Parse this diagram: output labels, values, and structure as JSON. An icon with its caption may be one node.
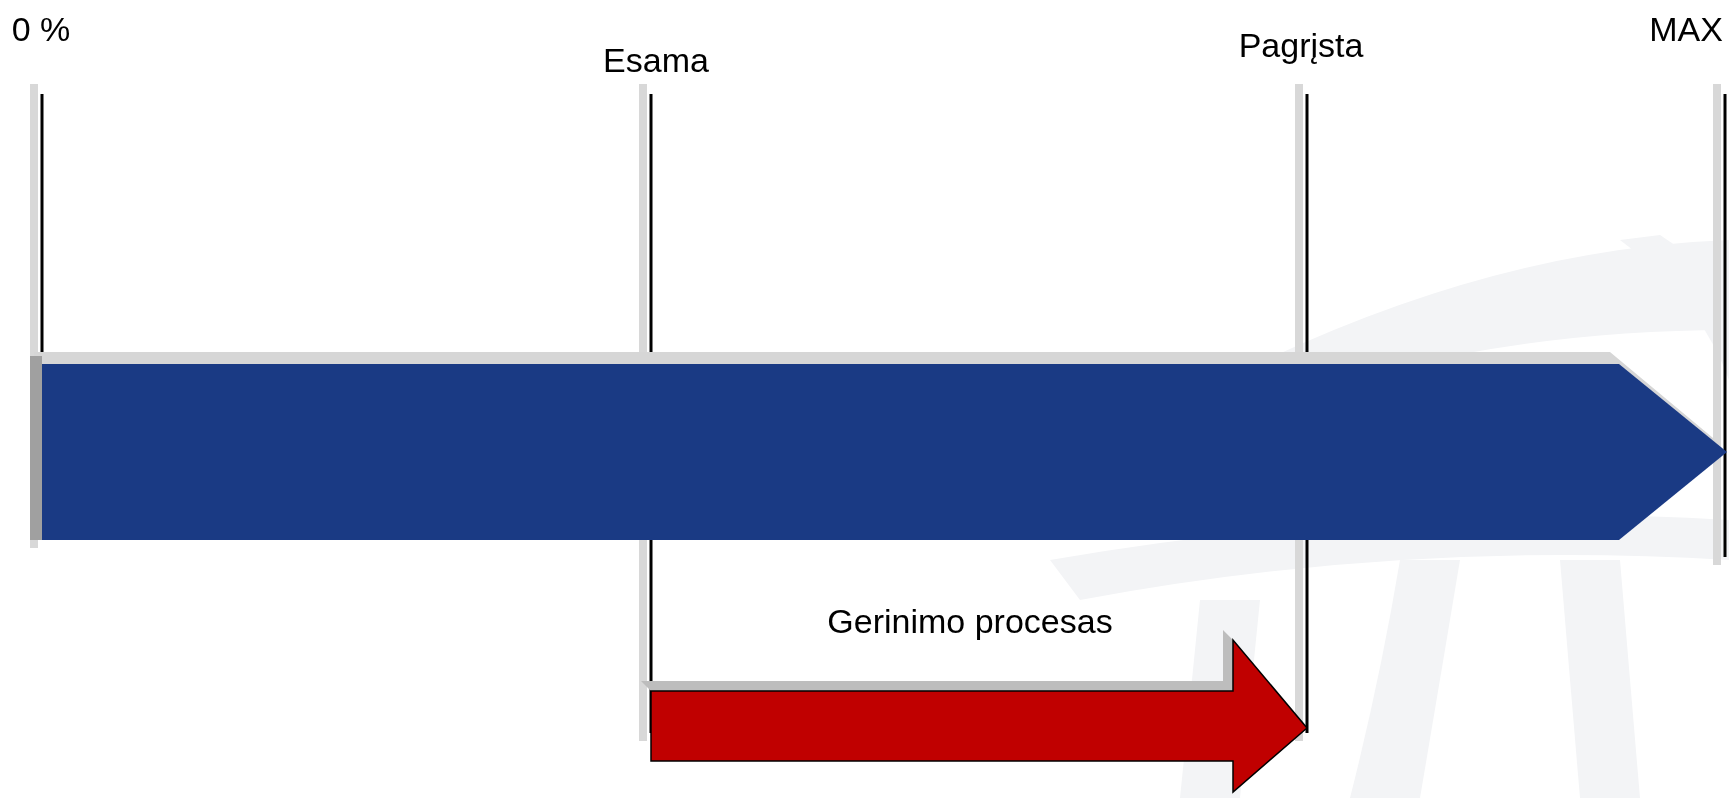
{
  "diagram": {
    "labels": [
      "0 %",
      "Esama",
      "Pagrįsta",
      "MAX",
      "Gerinimo procesas"
    ]
  }
}
